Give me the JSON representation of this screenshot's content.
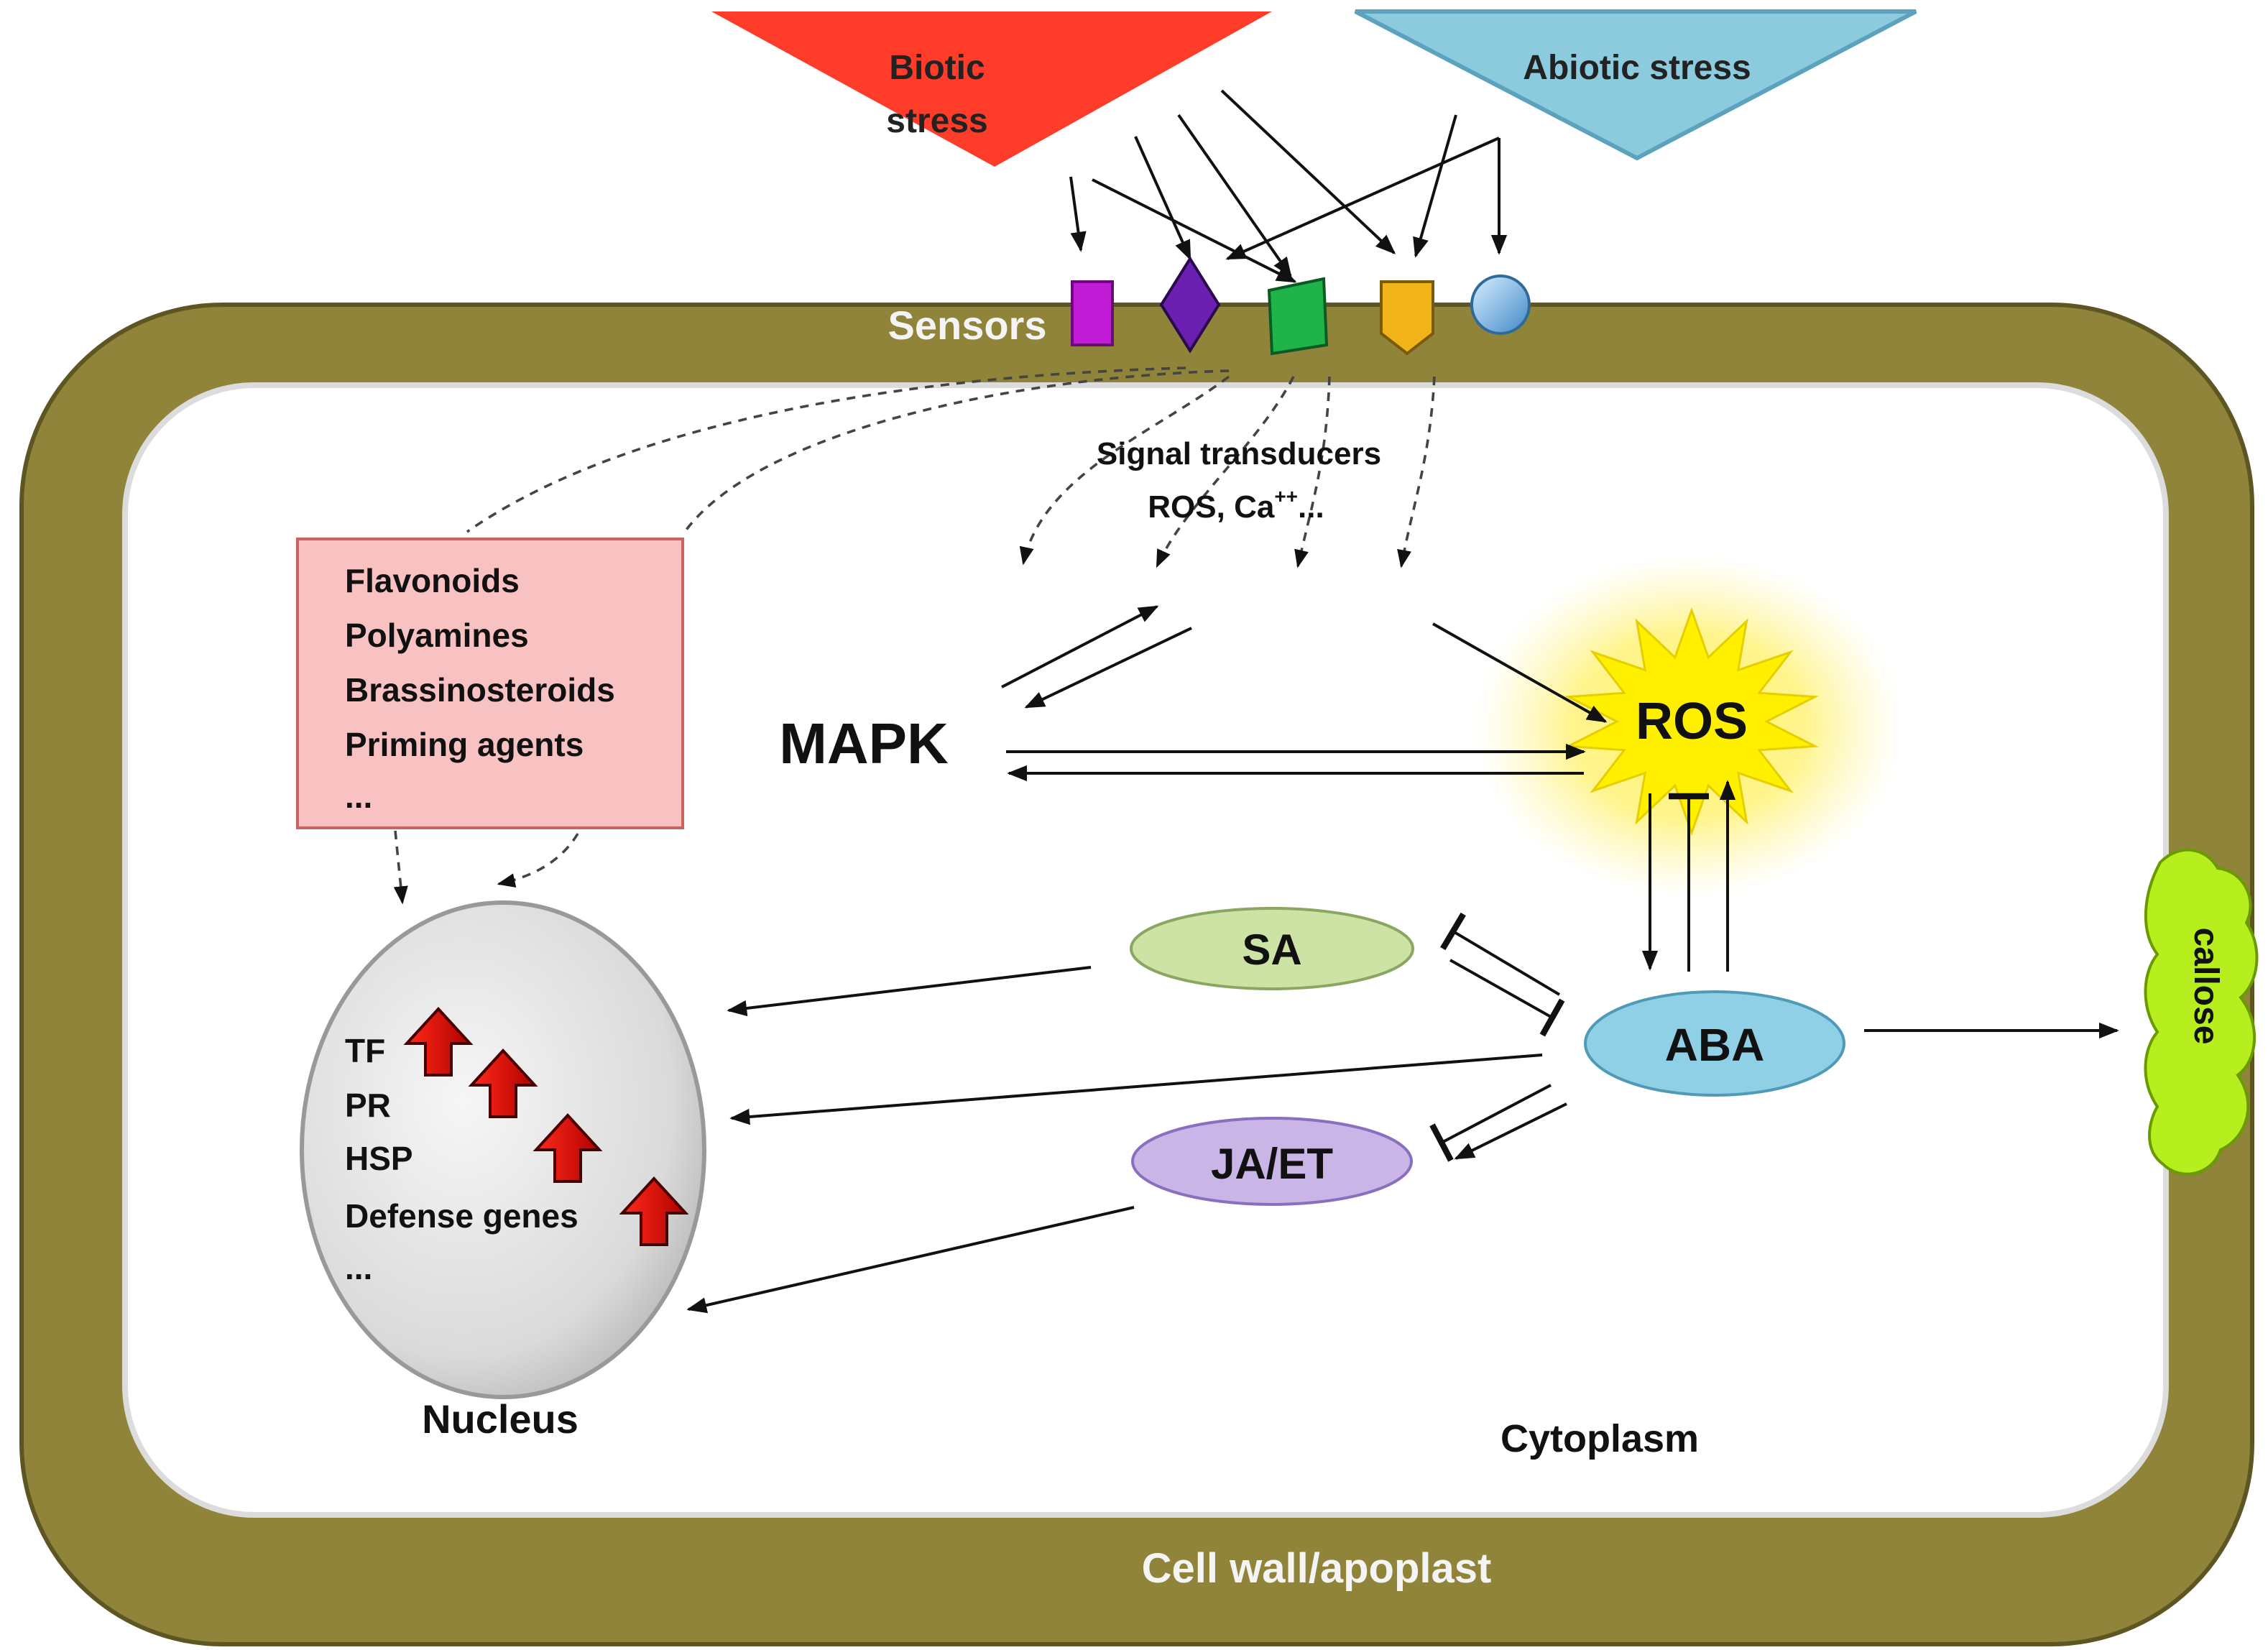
{
  "stress": {
    "biotic": {
      "line1": "Biotic",
      "line2": "stress",
      "color": "#ff3b2a"
    },
    "abiotic": {
      "label": "Abiotic stress",
      "color": "#8ccbdd"
    }
  },
  "sensors": {
    "label": "Sensors"
  },
  "signal": {
    "line1": "Signal transducers",
    "line2_prefix": "ROS, Ca",
    "line2_sup": "++",
    "line2_suffix": "..."
  },
  "metabolites": {
    "items": [
      "Flavonoids",
      "Polyamines",
      "Brassinosteroids",
      "Priming agents",
      "..."
    ],
    "fill": "#f8c2c2"
  },
  "mapk": {
    "label": "MAPK"
  },
  "ros": {
    "label": "ROS"
  },
  "hormones": {
    "sa": {
      "label": "SA",
      "color": "#cde3a6"
    },
    "aba": {
      "label": "ABA",
      "color": "#8fd0e6"
    },
    "jaet": {
      "label": "JA/ET",
      "color": "#c9b6e6"
    }
  },
  "nucleus": {
    "label": "Nucleus",
    "genes": [
      "TF",
      "PR",
      "HSP",
      "Defense genes",
      "..."
    ]
  },
  "cytoplasm": {
    "label": "Cytoplasm"
  },
  "wall": {
    "label": "Cell wall/apoplast",
    "color": "#8f8439"
  },
  "callose": {
    "label": "callose",
    "color": "#b6ee1e"
  }
}
